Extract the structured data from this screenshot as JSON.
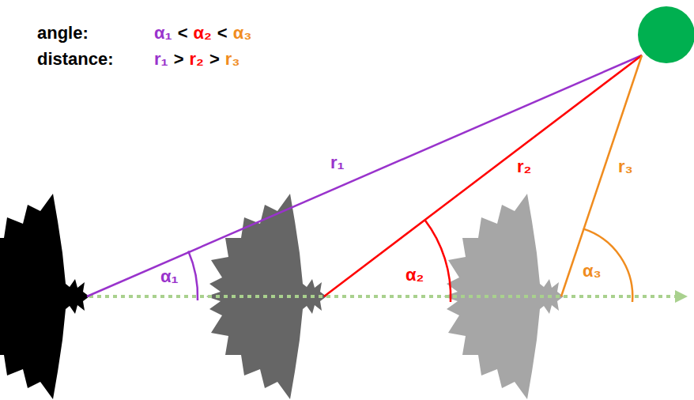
{
  "diagram": {
    "labels": [
      "angle:",
      "α₁",
      "<",
      "α₂",
      "<",
      "α₃",
      "distance:",
      "r₁",
      ">",
      "r₂",
      ">",
      "r₃",
      "r₁",
      "r₂",
      "r₃",
      "α₁",
      "α₂",
      "α₃"
    ]
  }
}
